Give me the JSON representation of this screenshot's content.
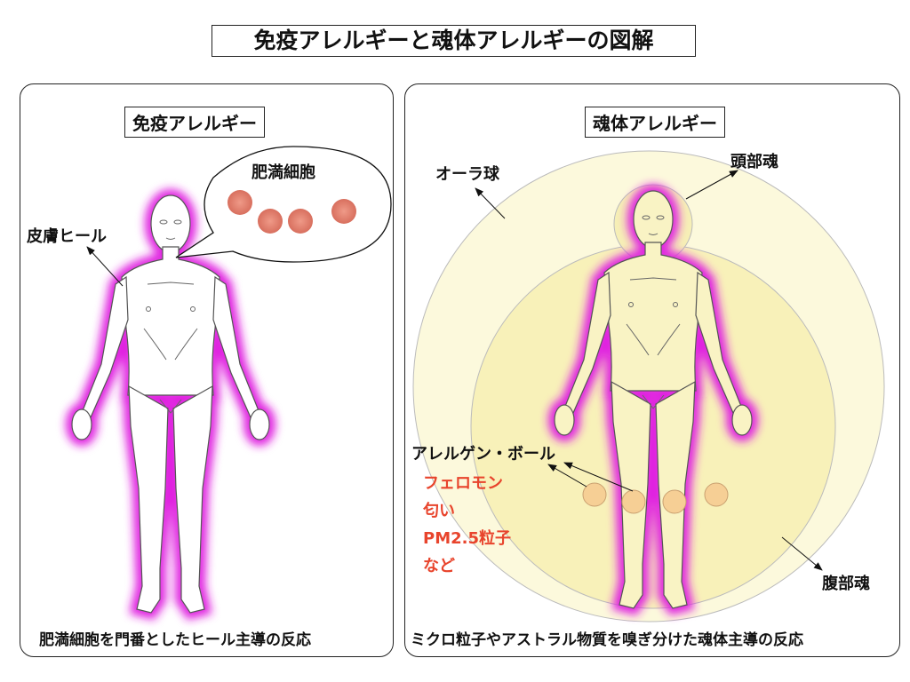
{
  "title": "免疫アレルギーと魂体アレルギーの図解",
  "left_panel": {
    "heading": "免疫アレルギー",
    "skin_heal_label": "皮膚ヒール",
    "bubble_label": "肥満細胞",
    "caption": "肥満細胞を門番としたヒール主導の反応"
  },
  "right_panel": {
    "heading": "魂体アレルギー",
    "aura_label": "オーラ球",
    "head_soul_label": "頭部魂",
    "belly_soul_label": "腹部魂",
    "allergen_label": "アレルゲン・ボール",
    "allergen_examples": [
      "フェロモン",
      "匂い",
      "PM2.5粒子",
      "など"
    ],
    "caption": "ミクロ粒子やアストラル物質を嗅ぎ分けた魂体主導の反応"
  },
  "colors": {
    "glow": "#e020e0",
    "aura": "#fbf8d8",
    "belly": "#f8f1b8",
    "allergen": "#f6cf95",
    "cell": "#e07a6a",
    "red_text": "#e8442c"
  }
}
